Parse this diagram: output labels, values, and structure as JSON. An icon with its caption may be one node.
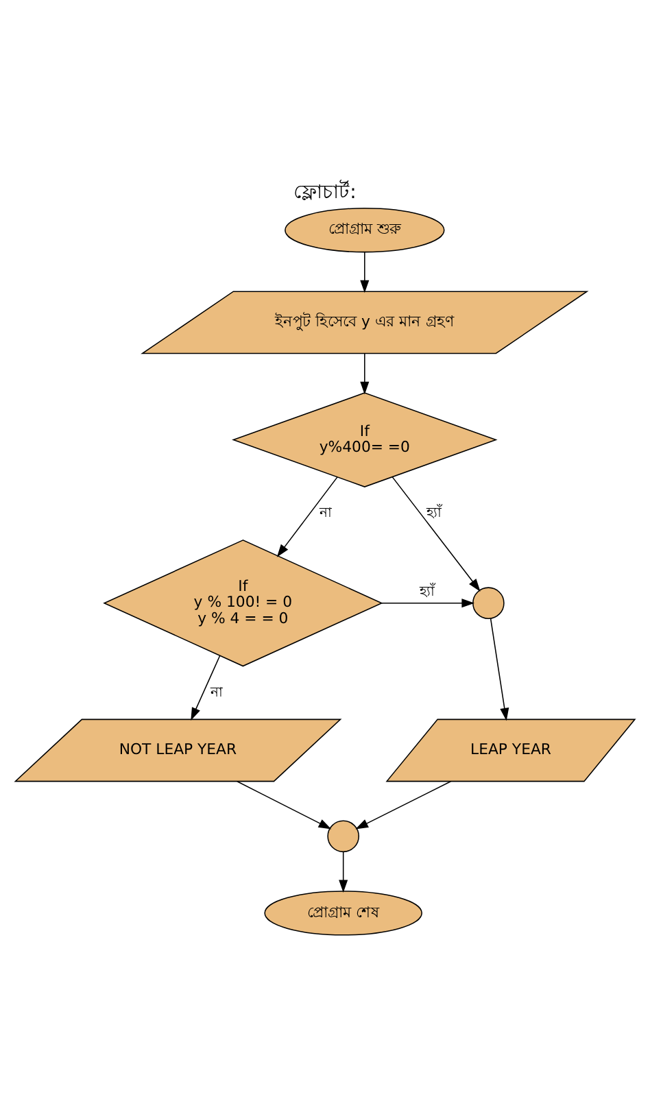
{
  "diagram": {
    "title": "ফ্লোচার্ট:",
    "nodes": [
      {
        "text": [
          "প্রোগ্রাম শুরু"
        ]
      },
      {
        "text": [
          "ইনপুট হিসেবে y এর মান গ্রহণ"
        ]
      },
      {
        "text": [
          "If",
          "y%400= =0"
        ]
      },
      {
        "text": [
          "If",
          "y % 100! = 0",
          "y % 4 = = 0"
        ]
      },
      {
        "text": [],
        "shape": "circle"
      },
      {
        "text": [
          "LEAP YEAR"
        ]
      },
      {
        "text": [
          "NOT LEAP YEAR"
        ]
      },
      {
        "text": [],
        "shape": "circle"
      },
      {
        "text": [
          "প্রোগ্রাম শেষ"
        ]
      }
    ],
    "edges": [
      {
        "from": 0,
        "to": 1,
        "arrow": "to"
      },
      {
        "from": 1,
        "to": 2,
        "arrow": "to"
      },
      {
        "from": 2,
        "to": 3,
        "arrow": "to",
        "label": "না"
      },
      {
        "from": 2,
        "to": 4,
        "arrow": "to",
        "label": "হ্যাঁ"
      },
      {
        "from": 3,
        "to": 4,
        "arrow": "to",
        "label": "হ্যাঁ"
      },
      {
        "from": 3,
        "to": 6,
        "arrow": "to",
        "label": "না"
      },
      {
        "from": 4,
        "to": 5,
        "arrow": "to"
      },
      {
        "from": 5,
        "to": 7,
        "arrow": "to"
      },
      {
        "from": 6,
        "to": 7,
        "arrow": "to"
      },
      {
        "from": 7,
        "to": 8,
        "arrow": "to"
      }
    ]
  }
}
